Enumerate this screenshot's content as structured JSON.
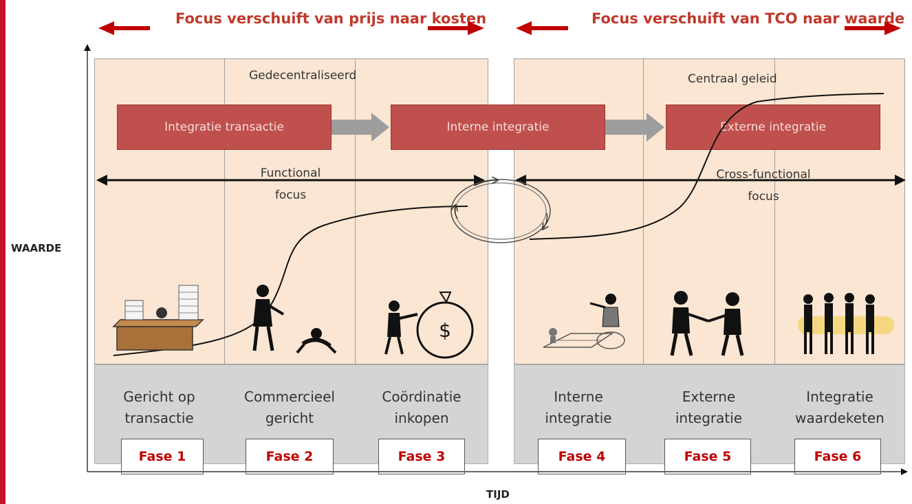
{
  "titles": {
    "left": "Focus verschuift van prijs\nnaar kosten",
    "right": "Focus verschuift van TCO\nnaar waarde"
  },
  "labels": {
    "decentralized": "Gedecentraliseerd",
    "central": "Centraal geleid",
    "functional_focus": "Functional\nfocus",
    "cross_functional_focus": "Cross-functional\nfocus"
  },
  "integration_bars": [
    {
      "label": "Integratie transactie"
    },
    {
      "label": "Interne integratie"
    },
    {
      "label": "Externe integratie"
    }
  ],
  "phases": [
    {
      "name": "Gericht op\ntransactie",
      "fase": "Fase 1"
    },
    {
      "name": "Commercieel\ngericht",
      "fase": "Fase 2"
    },
    {
      "name": "Coördinatie\ninkopen",
      "fase": "Fase 3"
    },
    {
      "name": "Interne\nintegratie",
      "fase": "Fase 4"
    },
    {
      "name": "Externe\nintegratie",
      "fase": "Fase 5"
    },
    {
      "name": "Integratie\nwaardeketen",
      "fase": "Fase 6"
    }
  ],
  "axes": {
    "y_label": "WAARDE",
    "x_label": "TIJD"
  },
  "colors": {
    "accent_red": "#c0504d",
    "title_red": "#c0392b",
    "panel_bg": "#fbe6d3",
    "bottom_bg": "#d4d4d4",
    "fase_text": "#c00000"
  },
  "icons": [
    "desk-papers-illustration",
    "salesman-illustration",
    "money-bag-illustration",
    "chess-illustration",
    "handshake-illustration",
    "chain-people-illustration"
  ]
}
